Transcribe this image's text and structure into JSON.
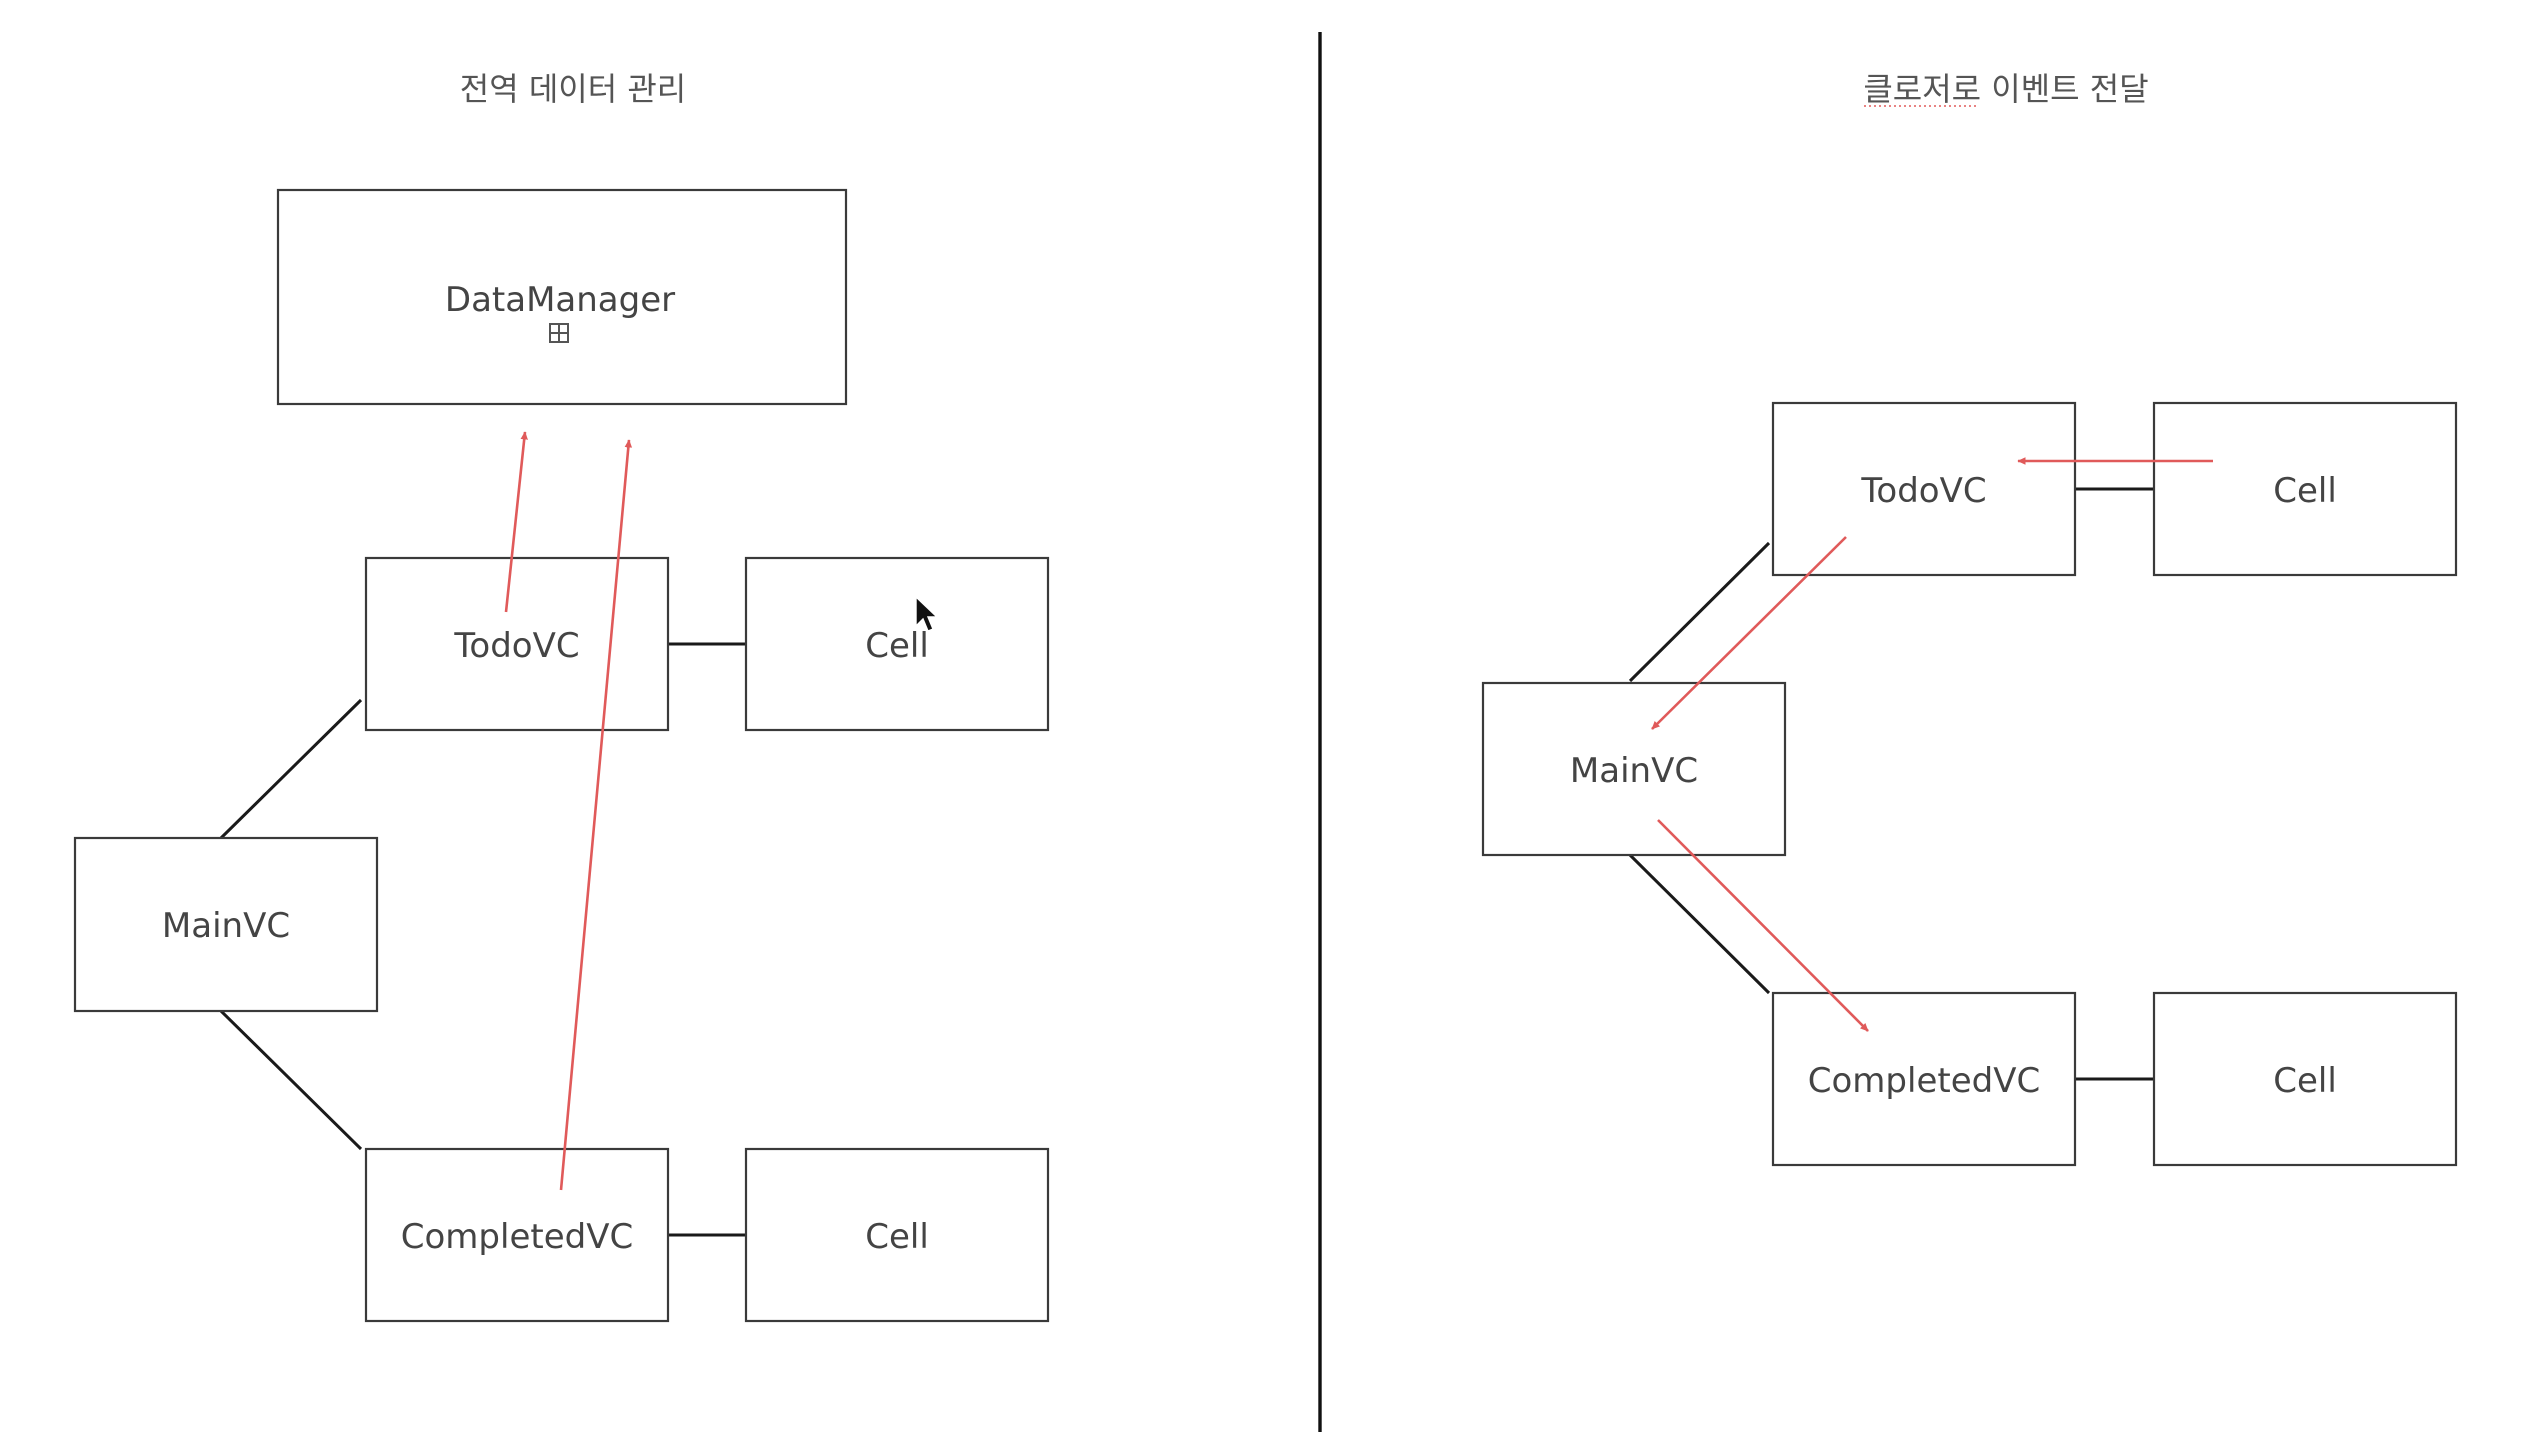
{
  "left_panel": {
    "title": "전역 데이터 관리",
    "nodes": {
      "data_manager": "DataManager",
      "todo_vc": "TodoVC",
      "todo_cell": "Cell",
      "main_vc": "MainVC",
      "completed_vc": "CompletedVC",
      "completed_cell": "Cell"
    }
  },
  "right_panel": {
    "title": "클로저로 이벤트 전달",
    "nodes": {
      "todo_vc": "TodoVC",
      "todo_cell": "Cell",
      "main_vc": "MainVC",
      "completed_vc": "CompletedVC",
      "completed_cell": "Cell"
    }
  },
  "colors": {
    "arrow": "#e05a5a",
    "box_stroke": "#3a3a3a",
    "link": "#1a1a1a",
    "text": "#444444"
  },
  "icons": {
    "expand": "expand-icon",
    "cursor": "cursor-icon"
  }
}
